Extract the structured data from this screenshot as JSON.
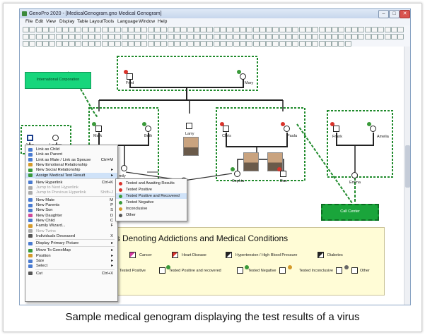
{
  "window": {
    "title": "GenoPro 2020 - [MedicalGenogram.gno  Medical Genogram]",
    "controls": [
      "–",
      "□",
      "✕"
    ]
  },
  "menu": [
    "File",
    "Edit",
    "View",
    "Display",
    "Table Layout",
    "Tools",
    "Language",
    "Window",
    "Help"
  ],
  "genogram": {
    "people": {
      "fred": "Fred",
      "mary": "Mary",
      "mark": "Mark",
      "beth": "Beth",
      "larry": "Larry",
      "chris": "Chris",
      "paula": "Paula",
      "frank": "Frank",
      "amelia": "Amelia",
      "john": "John",
      "lauren": "Lauren",
      "emily": "mily",
      "sophia": "Sophia",
      "dan": "Dan",
      "emma": "Emma"
    },
    "labels": {
      "international": "International Corporation",
      "call_center": "Call Center"
    }
  },
  "context_menu": {
    "items": [
      {
        "label": "Link as Child",
        "shortcut": "",
        "icon": "link-child-icon",
        "color": "#4a7bd0",
        "disabled": false
      },
      {
        "label": "Link as Parent",
        "shortcut": "",
        "icon": "link-parent-icon",
        "color": "#4a7bd0",
        "disabled": false
      },
      {
        "label": "Link as Mate / Link as Spouse",
        "shortcut": "Ctrl+M",
        "icon": "link-mate-icon",
        "color": "#4a7bd0",
        "disabled": false
      },
      {
        "label": "New Emotional Relationship",
        "shortcut": "",
        "icon": "emotional-relationship-icon",
        "color": "#d49a2a",
        "disabled": false
      },
      {
        "label": "New Social Relationship",
        "shortcut": "▸",
        "icon": "social-relationship-icon",
        "color": "#3a9a3a",
        "disabled": false
      },
      {
        "label": "Assign Medical Test Result",
        "shortcut": "▸",
        "icon": "medical-test-icon",
        "color": "#3a9a3a",
        "disabled": false,
        "highlight": true
      },
      {
        "sep": true
      },
      {
        "label": "New Hyperlink",
        "shortcut": "Ctrl+K",
        "icon": "hyperlink-icon",
        "color": "#4a7bd0",
        "disabled": false
      },
      {
        "label": "Jump to Next Hyperlink",
        "shortcut": "",
        "icon": "jump-next-icon",
        "color": "#aaaaaa",
        "disabled": true
      },
      {
        "label": "Jump to Previous Hyperlink",
        "shortcut": "Shift+J",
        "icon": "jump-prev-icon",
        "color": "#aaaaaa",
        "disabled": true
      },
      {
        "sep": true
      },
      {
        "label": "New Mate",
        "shortcut": "M",
        "icon": "new-mate-icon",
        "color": "#4a7bd0",
        "disabled": false
      },
      {
        "label": "New Parents",
        "shortcut": "P",
        "icon": "new-parents-icon",
        "color": "#4a7bd0",
        "disabled": false
      },
      {
        "label": "New Son",
        "shortcut": "S",
        "icon": "new-son-icon",
        "color": "#4a7bd0",
        "disabled": false
      },
      {
        "label": "New Daughter",
        "shortcut": "D",
        "icon": "new-daughter-icon",
        "color": "#d04a9a",
        "disabled": false
      },
      {
        "label": "New Child",
        "shortcut": "C",
        "icon": "new-child-icon",
        "color": "#4a7bd0",
        "disabled": false
      },
      {
        "label": "Family Wizard...",
        "shortcut": "F",
        "icon": "family-wizard-icon",
        "color": "#d49a2a",
        "disabled": false
      },
      {
        "label": "New Twins",
        "shortcut": "",
        "icon": "new-twins-icon",
        "color": "#aaaaaa",
        "disabled": true
      },
      {
        "label": "Individuals Deceased",
        "shortcut": "X",
        "icon": "deceased-icon",
        "color": "#555555",
        "disabled": false
      },
      {
        "sep": true
      },
      {
        "label": "Display Primary Picture",
        "shortcut": "▸",
        "icon": "picture-icon",
        "color": "#4a7bd0",
        "disabled": false
      },
      {
        "sep": true
      },
      {
        "label": "Move To GenoMap",
        "shortcut": "▸",
        "icon": "genomap-icon",
        "color": "#3a9a3a",
        "disabled": false
      },
      {
        "label": "Position",
        "shortcut": "▸",
        "icon": "position-icon",
        "color": "#d49a2a",
        "disabled": false
      },
      {
        "label": "Size",
        "shortcut": "▸",
        "icon": "size-icon",
        "color": "#4a7bd0",
        "disabled": false
      },
      {
        "label": "Select",
        "shortcut": "▸",
        "icon": "select-icon",
        "color": "#4a7bd0",
        "disabled": false
      },
      {
        "sep": true
      },
      {
        "label": "Cut",
        "shortcut": "Ctrl+X",
        "icon": "cut-icon",
        "color": "#555555",
        "disabled": false
      }
    ]
  },
  "submenu": {
    "items": [
      {
        "label": "Tested and Awaiting Results",
        "color": "#d9332b"
      },
      {
        "label": "Tested Positive",
        "color": "#d9332b"
      },
      {
        "label": "Tested Positive and Recovered",
        "color": "#3a9a3a",
        "highlight": true
      },
      {
        "label": "Tested Negative",
        "color": "#3a9a3a"
      },
      {
        "label": "Inconclusive",
        "color": "#d49a2a"
      },
      {
        "label": "Other",
        "color": "#555555"
      }
    ]
  },
  "legend": {
    "title": "ors Denoting Addictions and Medical Conditions",
    "row1": [
      "ity",
      "Cancer",
      "Heart Disease",
      "Hypertension / High Blood Pressure",
      "Diabetes"
    ],
    "row2": [
      "Tested Positive",
      "Tested Positive and recovered",
      "Tested Negative",
      "Tested Inconclusive",
      "Other"
    ]
  },
  "caption": "Sample medical genogram displaying the test results of a virus"
}
